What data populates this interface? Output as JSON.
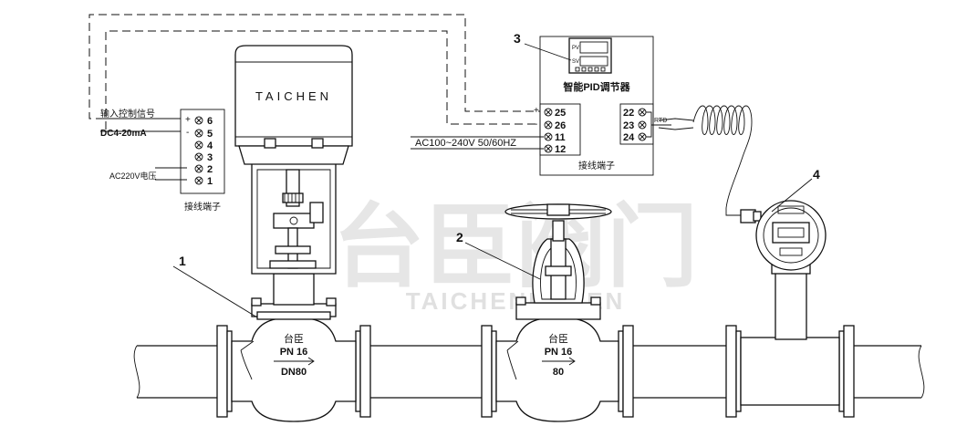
{
  "watermark": {
    "chinese": "台臣阀门",
    "latin": "TAICHENFAMEN"
  },
  "callouts": [
    "1",
    "2",
    "3",
    "4"
  ],
  "actuator": {
    "brand": "TAICHEN"
  },
  "actuator_terminal": {
    "rows": [
      {
        "label": "输入控制信号",
        "polarity": "+",
        "number": "6"
      },
      {
        "label": "DC4-20mA",
        "polarity": "-",
        "number": "5"
      },
      {
        "label": "",
        "polarity": "",
        "number": "4"
      },
      {
        "label": "",
        "polarity": "",
        "number": "3"
      },
      {
        "label": "AC220V电压",
        "polarity": "",
        "number": "2"
      },
      {
        "label": "",
        "polarity": "",
        "number": "1"
      }
    ],
    "caption": "接线端子"
  },
  "pid_controller": {
    "title": "智能PID调节器",
    "display": {
      "pv": "PV",
      "sv": "SV"
    },
    "left_terminals": [
      {
        "polarity": "+",
        "number": "25"
      },
      {
        "polarity": "-",
        "number": "26"
      },
      {
        "polarity": "",
        "number": "11"
      },
      {
        "polarity": "",
        "number": "12"
      }
    ],
    "right_terminals": [
      "22",
      "23",
      "24"
    ],
    "rtd_label": "RTD",
    "power_label": "AC100~240V 50/60HZ",
    "caption": "接线端子"
  },
  "valve_electric": {
    "brand": "台臣",
    "pressure": "PN 16",
    "size": "DN80"
  },
  "valve_manual": {
    "brand": "台臣",
    "pressure": "PN 16",
    "size": "80"
  }
}
